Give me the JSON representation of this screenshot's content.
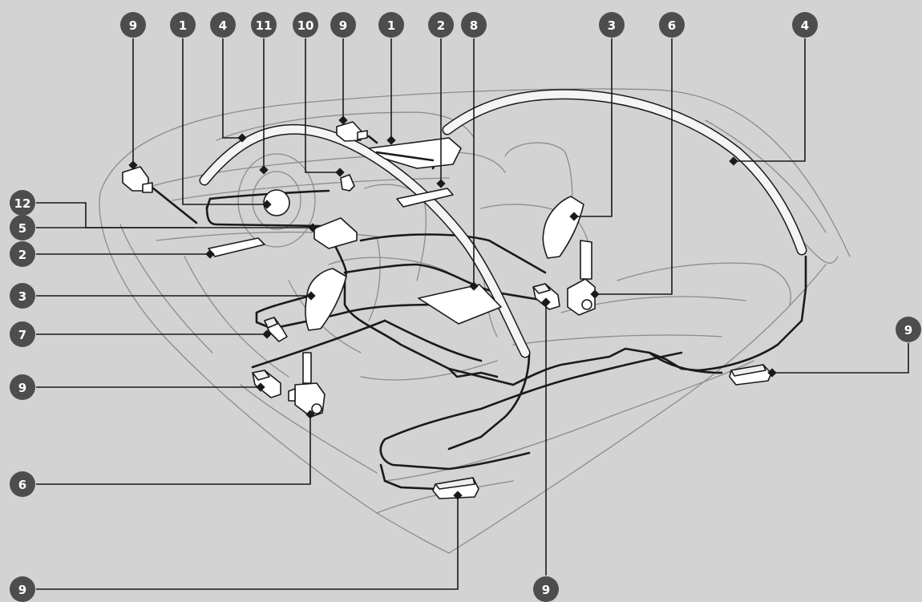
{
  "callouts": [
    {
      "label": "9"
    },
    {
      "label": "1"
    },
    {
      "label": "4"
    },
    {
      "label": "11"
    },
    {
      "label": "10"
    },
    {
      "label": "9"
    },
    {
      "label": "1"
    },
    {
      "label": "2"
    },
    {
      "label": "8"
    },
    {
      "label": "3"
    },
    {
      "label": "6"
    },
    {
      "label": "4"
    },
    {
      "label": "12"
    },
    {
      "label": "5"
    },
    {
      "label": "2"
    },
    {
      "label": "3"
    },
    {
      "label": "7"
    },
    {
      "label": "9"
    },
    {
      "label": "6"
    },
    {
      "label": "9"
    },
    {
      "label": "9"
    },
    {
      "label": "9"
    }
  ]
}
